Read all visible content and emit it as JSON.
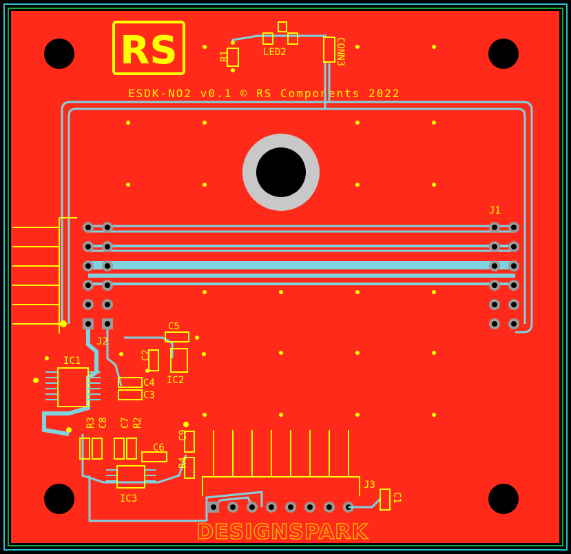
{
  "board": {
    "title_text": "ESDK-NO2 v0.1 © RS Components 2022",
    "logo_text": "RS",
    "watermark_text": "DESIGNSPARK",
    "colors": {
      "copper": "#ff2a1a",
      "trace": "#7fd3e0",
      "silkscreen": "#ffff00",
      "pad": "#9a9a9a",
      "hole": "#000000",
      "outline": "#27c3d6",
      "edge": "#1fa83c"
    }
  },
  "labels": {
    "r1": "R1",
    "led2": "LED2",
    "conn3": "CONN3",
    "j1": "J1",
    "c5": "C5",
    "ic1": "IC1",
    "c2": "C2",
    "c4": "C4",
    "c3": "C3",
    "ic2": "IC2",
    "r3": "R3",
    "c8": "C8",
    "c7": "C7",
    "r2": "R2",
    "c6": "C6",
    "c9": "C9",
    "r4": "R4",
    "ic3": "IC3",
    "j3": "J3",
    "c1": "C1",
    "j2": "J2"
  }
}
